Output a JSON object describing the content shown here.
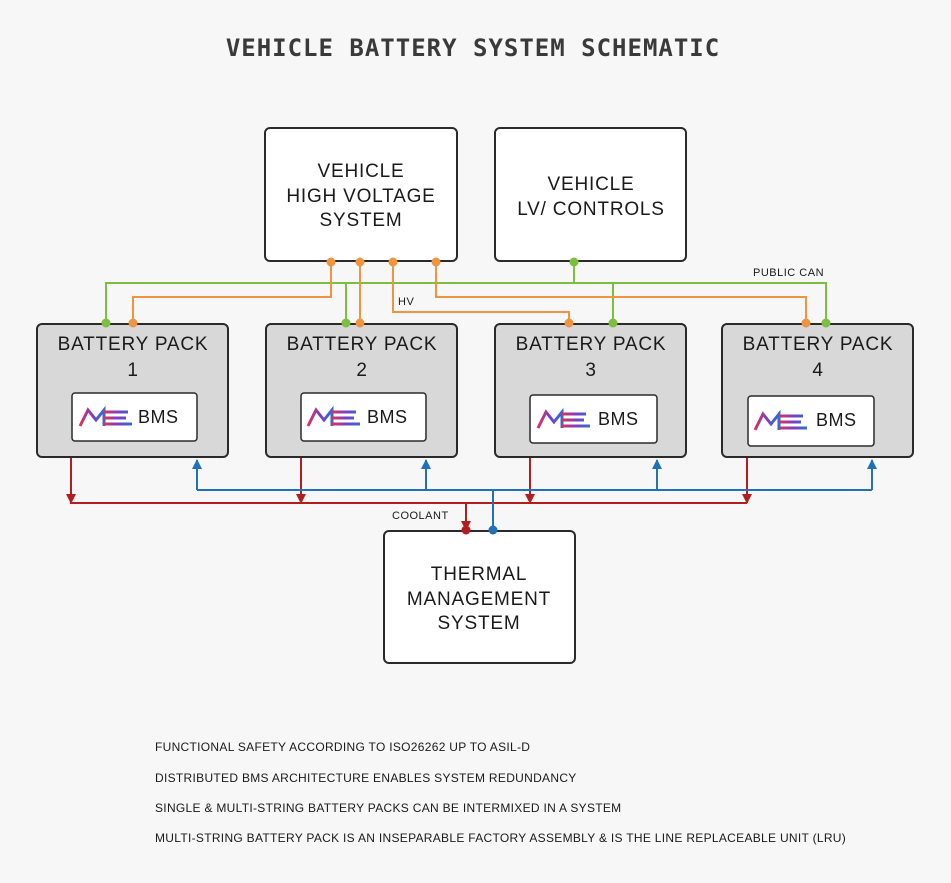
{
  "title": "VEHICLE BATTERY SYSTEM SCHEMATIC",
  "hv_system": {
    "lines": [
      "VEHICLE",
      "HIGH VOLTAGE",
      "SYSTEM"
    ]
  },
  "lv_controls": {
    "lines": [
      "VEHICLE",
      "LV/ CONTROLS"
    ]
  },
  "public_can_label": "PUBLIC CAN",
  "hv_label": "HV",
  "coolant_label": "COOLANT",
  "battery_packs": [
    {
      "title": "BATTERY PACK",
      "number": "1",
      "bms_label": "BMS"
    },
    {
      "title": "BATTERY PACK",
      "number": "2",
      "bms_label": "BMS"
    },
    {
      "title": "BATTERY PACK",
      "number": "3",
      "bms_label": "BMS"
    },
    {
      "title": "BATTERY PACK",
      "number": "4",
      "bms_label": "BMS"
    }
  ],
  "thermal": {
    "lines": [
      "THERMAL",
      "MANAGEMENT",
      "SYSTEM"
    ]
  },
  "notes": [
    "FUNCTIONAL SAFETY ACCORDING TO ISO26262 UP TO ASIL-D",
    "DISTRIBUTED BMS ARCHITECTURE ENABLES SYSTEM REDUNDANCY",
    "SINGLE & MULTI-STRING BATTERY PACKS CAN BE INTERMIXED IN A SYSTEM",
    "MULTI-STRING BATTERY PACK IS AN INSEPARABLE FACTORY ASSEMBLY & IS THE LINE REPLACEABLE UNIT (LRU)"
  ],
  "colors": {
    "public_can": "#7cbf3f",
    "hv": "#ef9440",
    "coolant_supply": "#b21e1e",
    "coolant_return": "#2270b8",
    "pack_fill": "#d8d8d8"
  },
  "icons": {
    "bms_logo": "me-logo-icon"
  }
}
